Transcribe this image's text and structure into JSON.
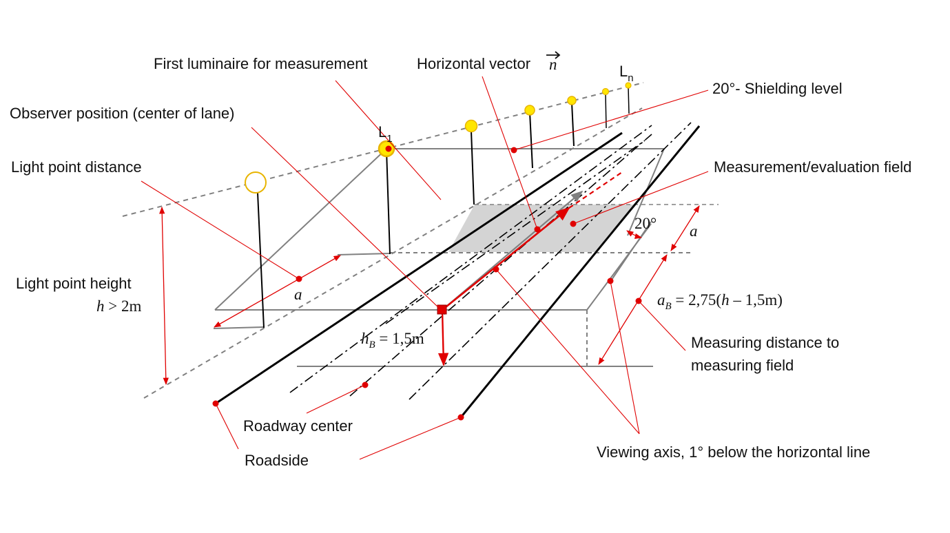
{
  "labels": {
    "first_luminaire": "First luminaire for measurement",
    "horizontal_vector": "Horizontal vector",
    "vector_symbol": "n",
    "shielding_level": "20°- Shielding level",
    "observer_position": "Observer position (center of lane)",
    "light_point_distance": "Light point distance",
    "measurement_field": "Measurement/evaluation field",
    "light_point_height": "Light point height",
    "h_letter": "h",
    "h_condition": " > 2m",
    "a_left": "a",
    "a_right": "a",
    "angle_20": "20°",
    "aB_base": "a",
    "aB_sub": "B",
    "aB_expr_1": " = 2,75(",
    "aB_expr_h": "h",
    "aB_expr_2": " – 1,5m)",
    "hB_base": "h",
    "hB_sub": "B",
    "hB_expr": " = 1,5m",
    "measuring_distance_line1": "Measuring distance to",
    "measuring_distance_line2": "measuring field",
    "roadway_center": "Roadway center",
    "roadside": "Roadside",
    "viewing_axis": "Viewing axis, 1° below the horizontal line",
    "L1_base": "L",
    "L1_sub": "1",
    "Ln_base": "L",
    "Ln_sub": "n"
  },
  "colors": {
    "annotation": "#e00000",
    "luminaire": "#ffe600",
    "luminaire_outline": "#e8b400",
    "field": "#d4d4d4",
    "road_edge": "#000000",
    "guide": "#808080"
  }
}
